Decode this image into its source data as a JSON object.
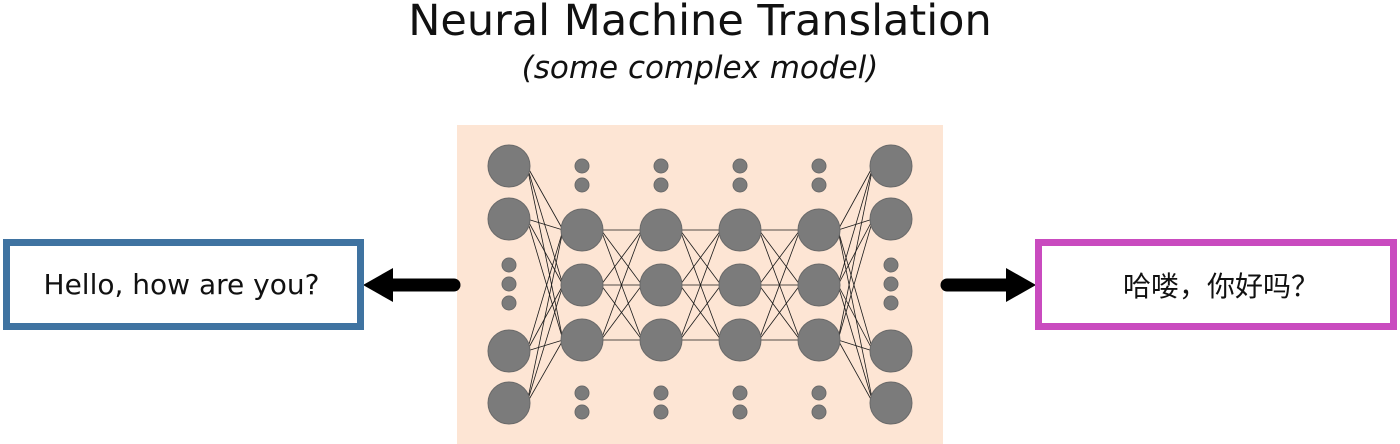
{
  "title": "Neural Machine Translation",
  "subtitle": "(some complex model)",
  "input_text": "Hello, how are you?",
  "output_text": "哈喽，你好吗？",
  "colors": {
    "input_border": "#3f73a1",
    "output_border": "#c94bbf",
    "network_background": "#fde5d4",
    "node_fill": "#7b7b7b",
    "arrow": "#000000"
  }
}
